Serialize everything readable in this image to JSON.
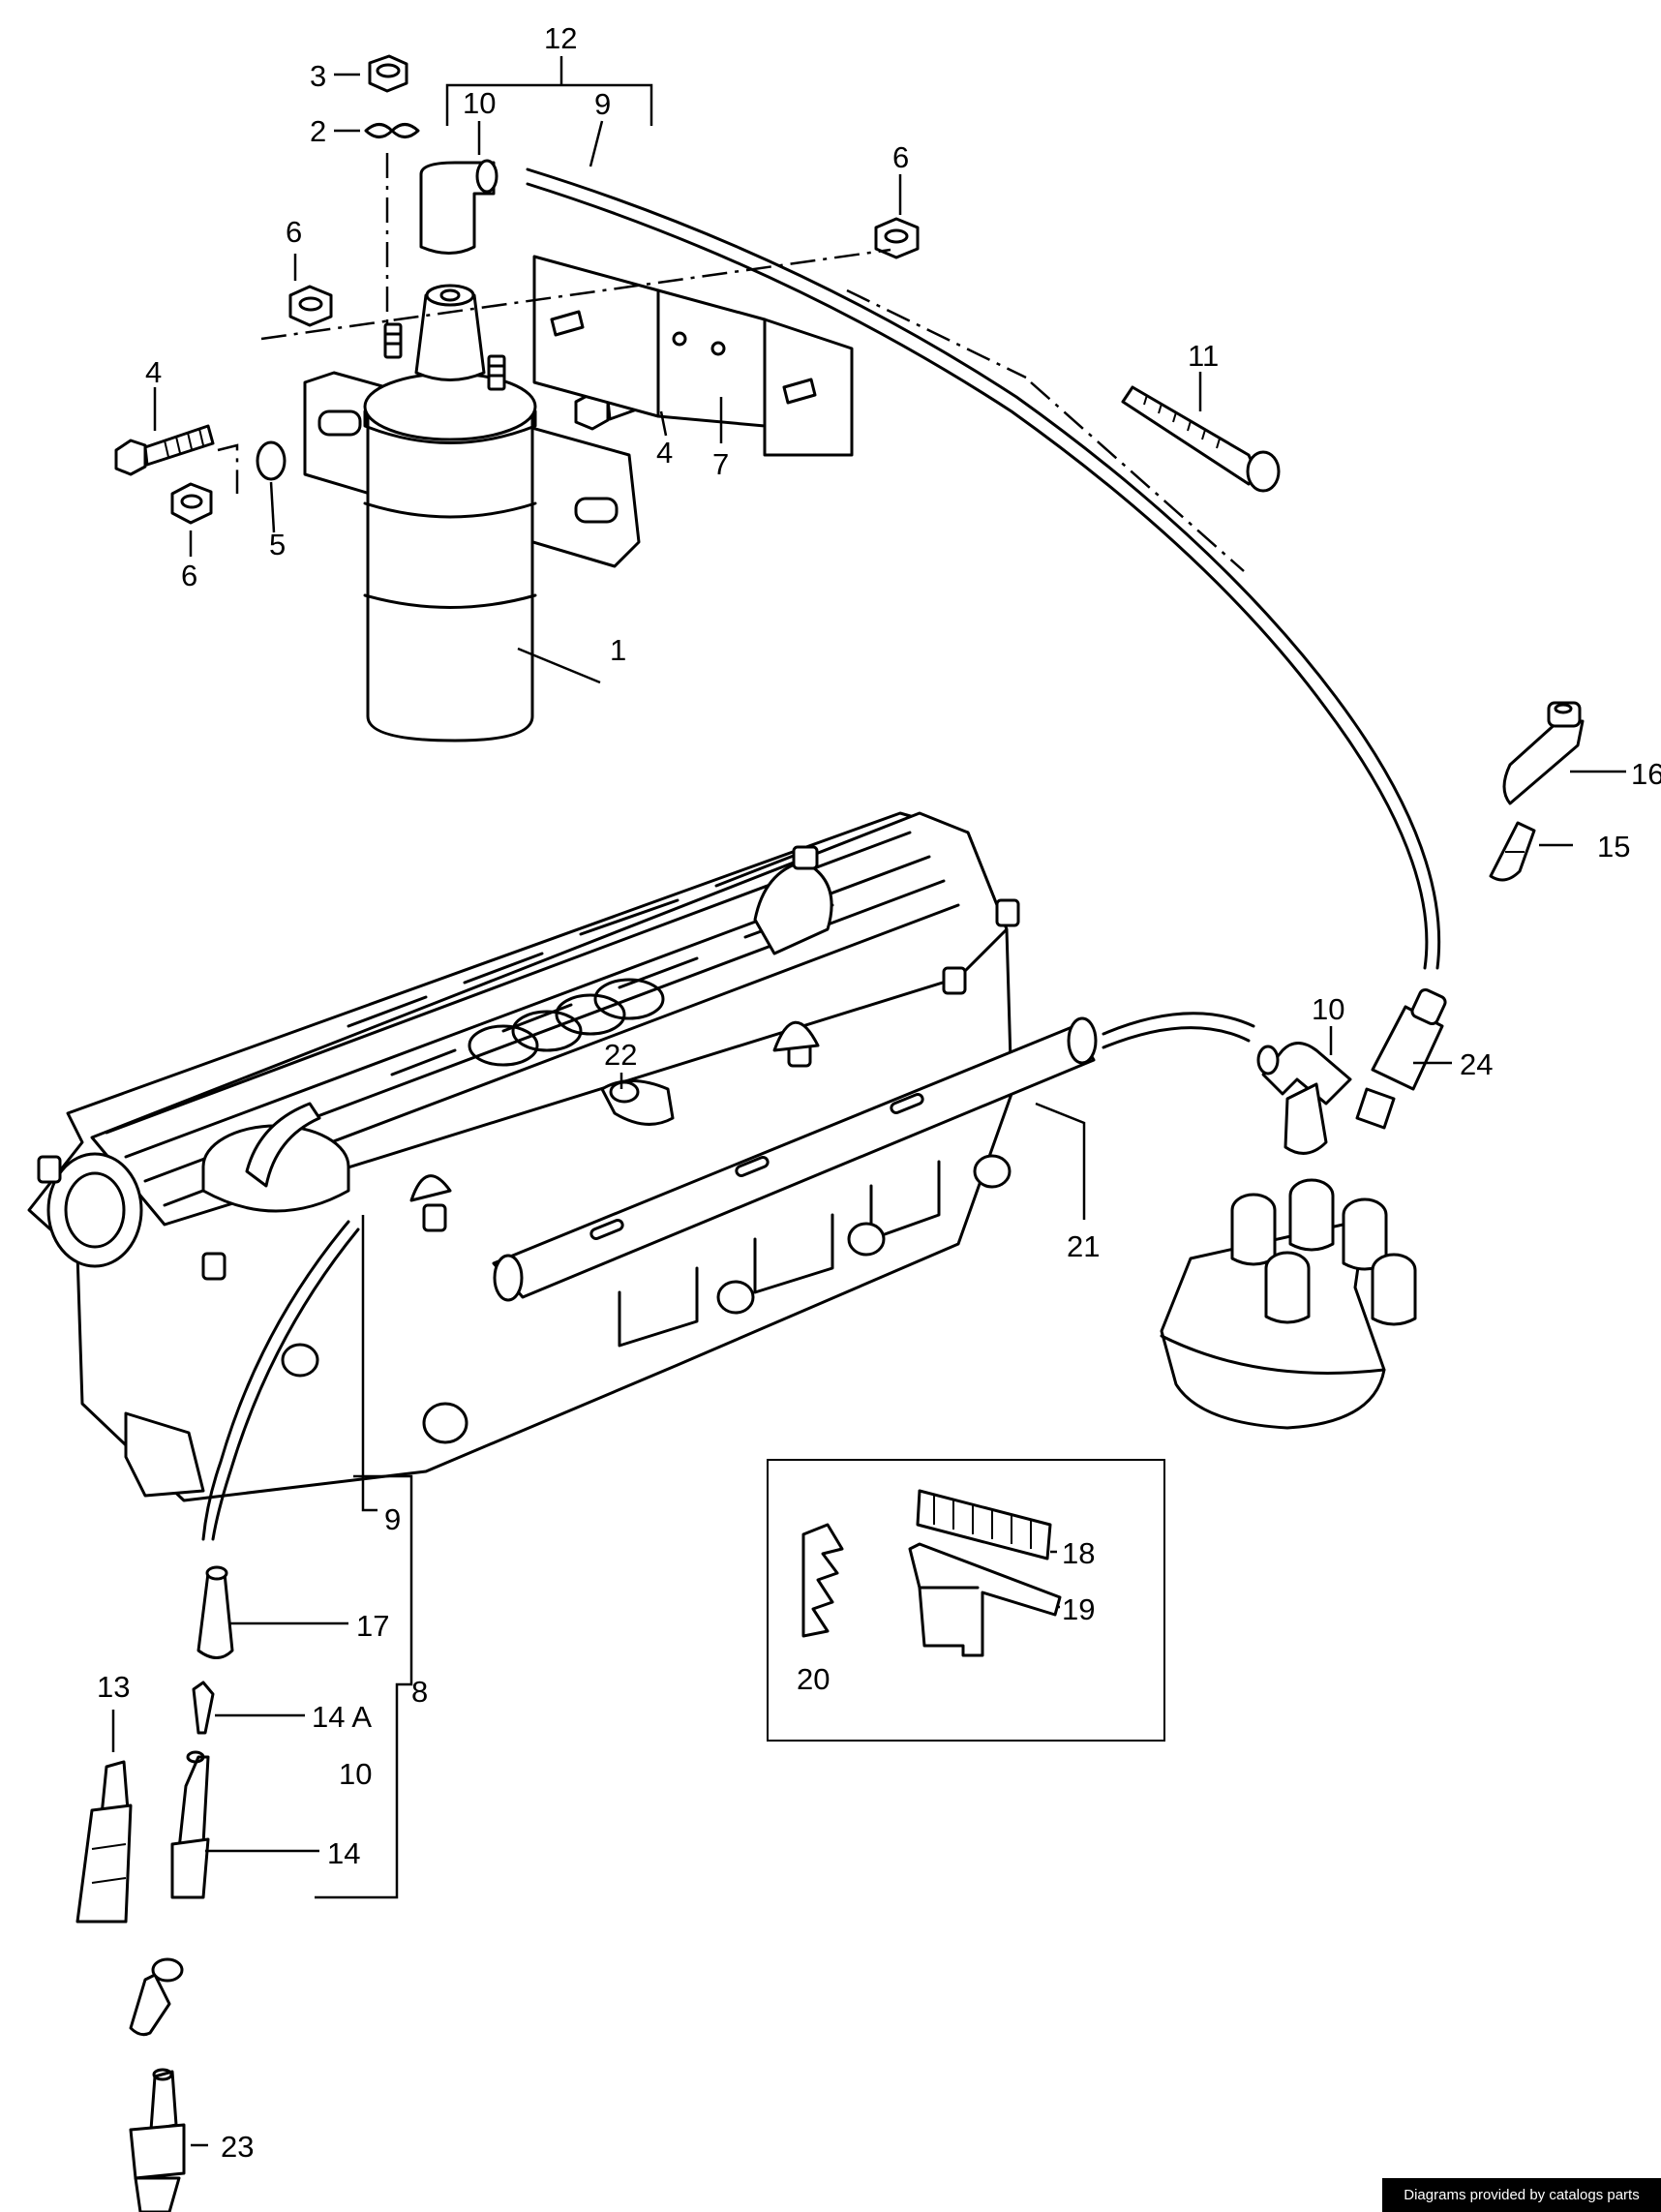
{
  "labels": {
    "l1": "1",
    "l2": "2",
    "l3": "3",
    "l4a": "4",
    "l4b": "4",
    "l5": "5",
    "l6a": "6",
    "l6b": "6",
    "l6c": "6",
    "l7": "7",
    "l8": "8",
    "l9a": "9",
    "l9b": "9",
    "l10a": "10",
    "l10b": "10",
    "l10c": "10",
    "l11": "11",
    "l12": "12",
    "l13": "13",
    "l14": "14",
    "l14a": "14 A",
    "l15": "15",
    "l16": "16",
    "l17": "17",
    "l18": "18",
    "l19": "19",
    "l20": "20",
    "l21": "21",
    "l22": "22",
    "l23": "23",
    "l24": "24"
  },
  "credit": "Diagrams provided by catalogs parts"
}
